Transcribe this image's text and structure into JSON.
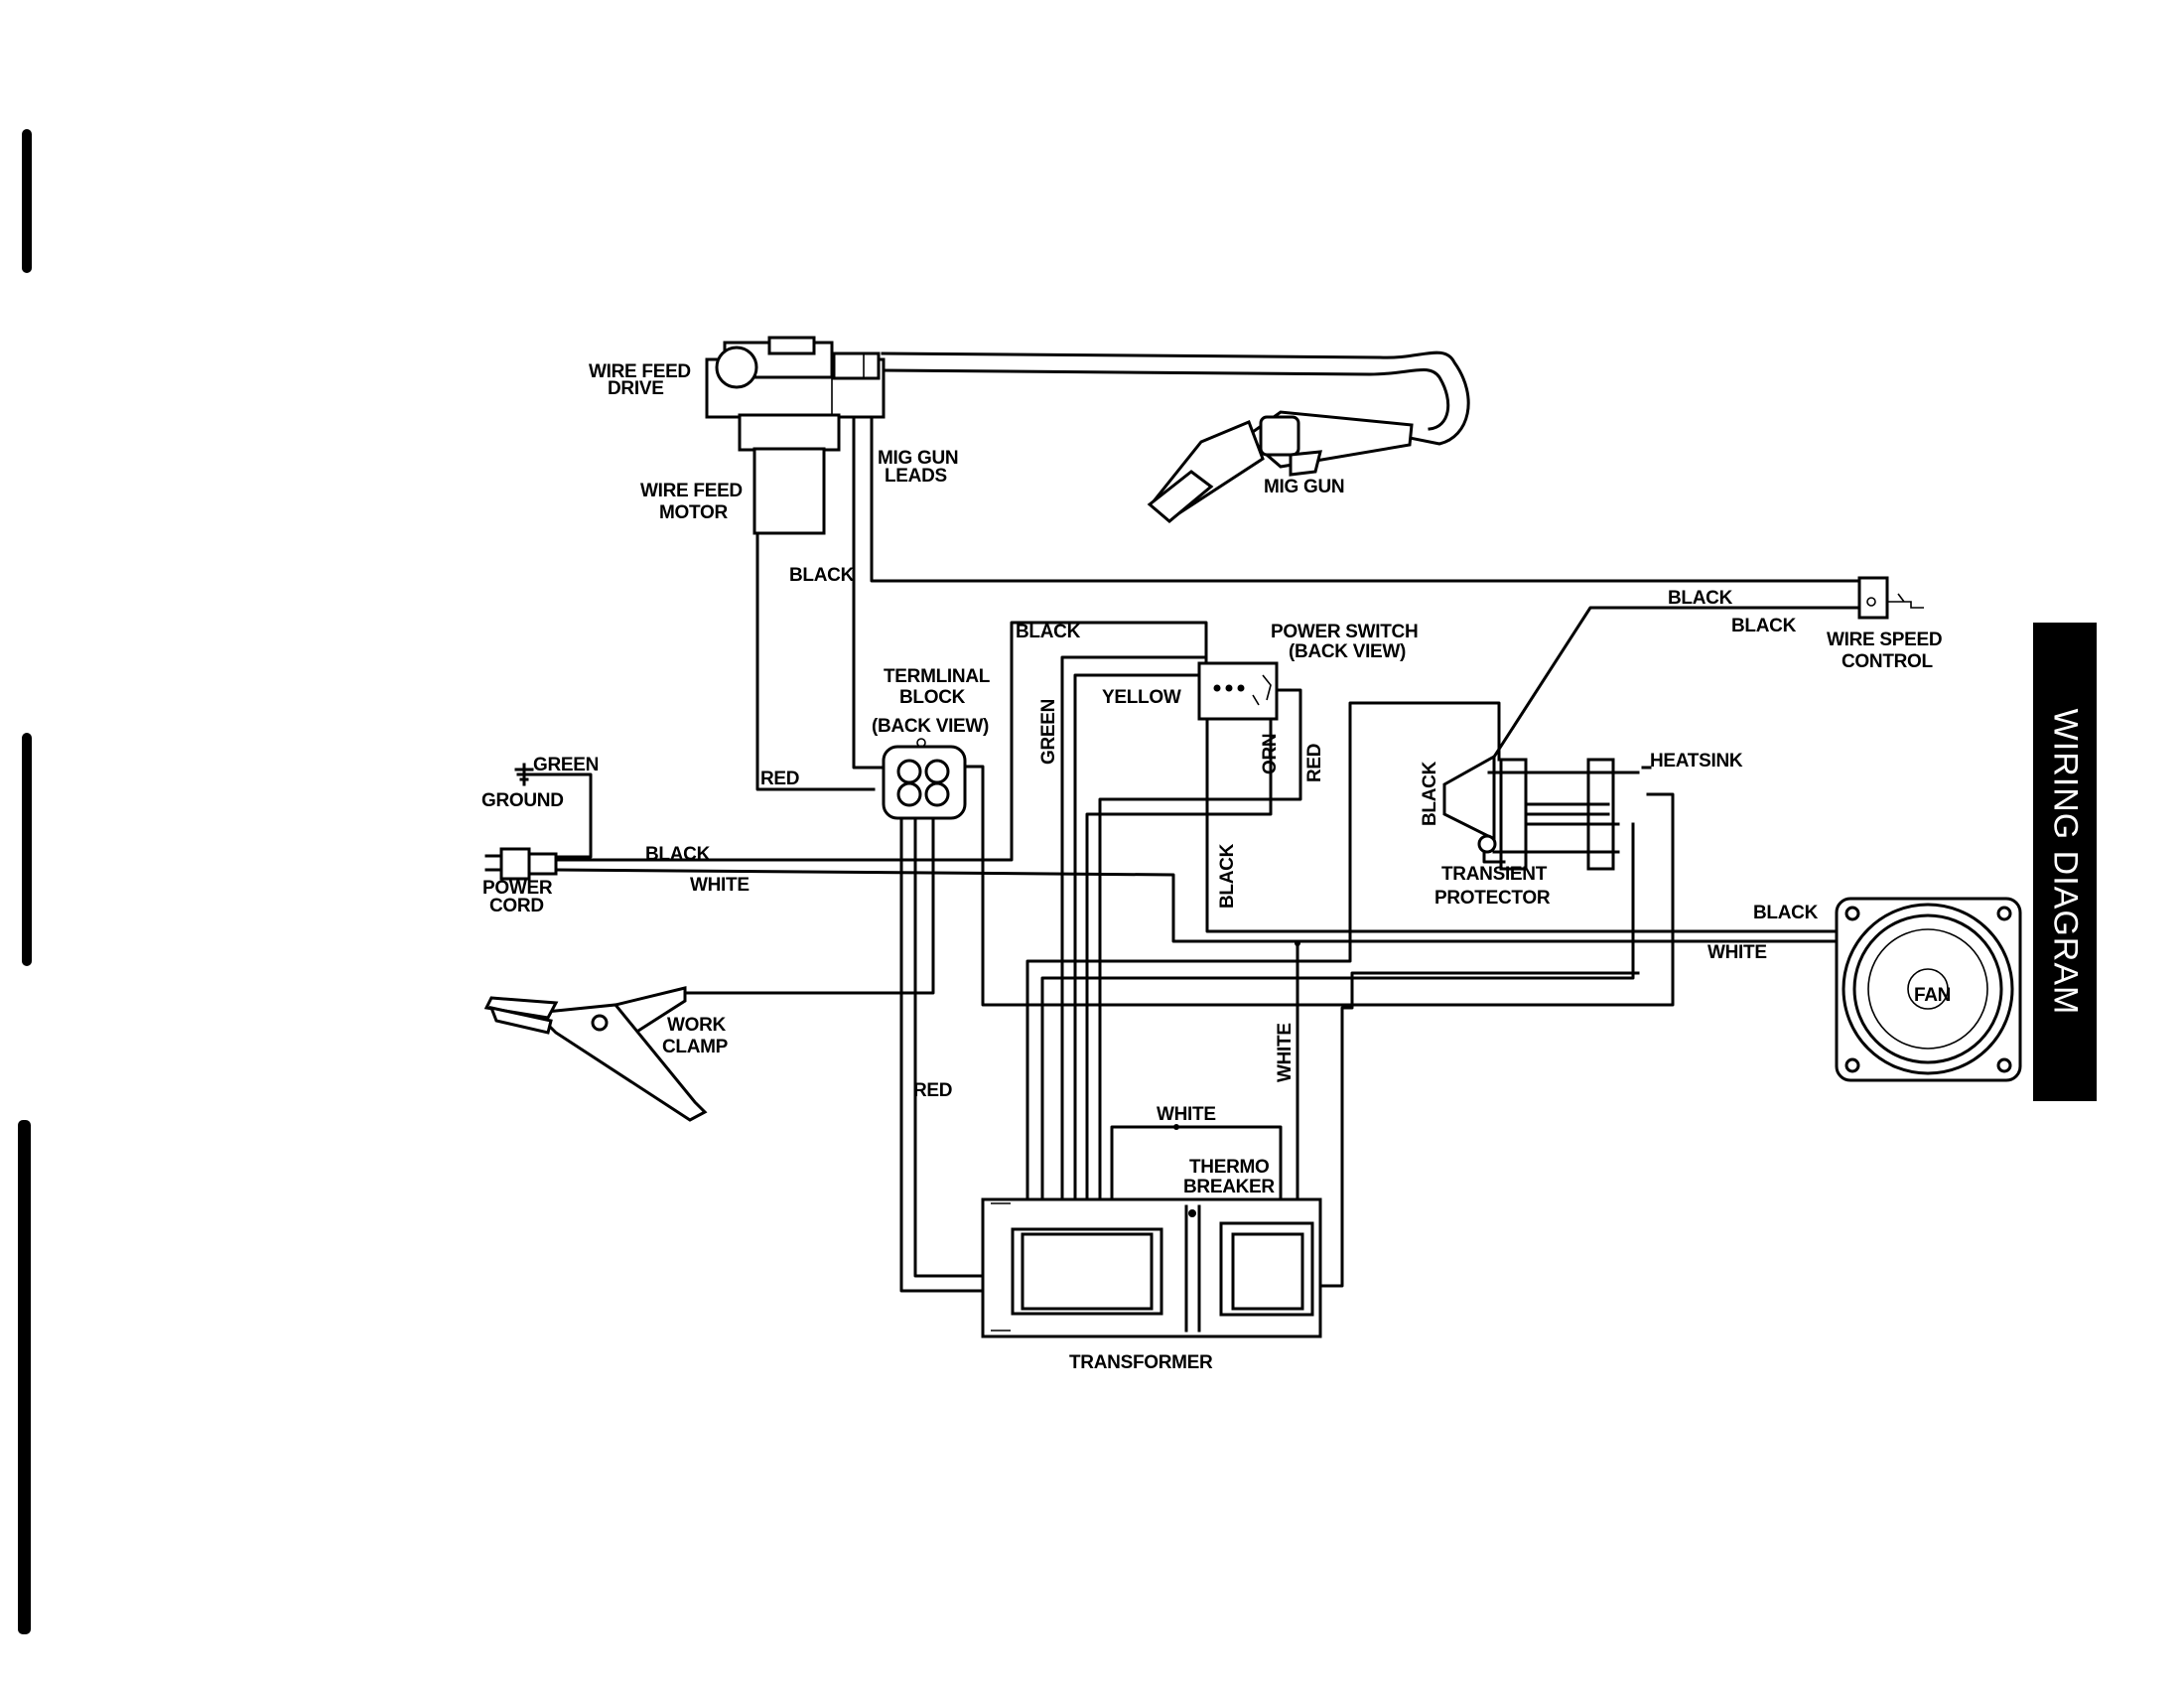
{
  "side_tab": {
    "text": "WIRING DIAGRAM"
  },
  "colors": {
    "ink": "#000000",
    "paper": "#ffffff"
  },
  "components": {
    "wire_feed_drive_line1": "WIRE FEED",
    "wire_feed_drive_line2": "DRIVE",
    "mig_gun_leads_line1": "MIG GUN",
    "mig_gun_leads_line2": "LEADS",
    "mig_gun": "MIG GUN",
    "wire_feed_motor_line1": "WIRE FEED",
    "wire_feed_motor_line2": "MOTOR",
    "terminal_block_line1": "TERMLINAL",
    "terminal_block_line2": "BLOCK",
    "terminal_block_line3": "(BACK VIEW)",
    "power_switch_line1": "POWER SWITCH",
    "power_switch_line2": "(BACK VIEW)",
    "wire_speed_control_line1": "WIRE SPEED",
    "wire_speed_control_line2": "CONTROL",
    "heatsink": "HEATSINK",
    "transient_protector_line1": "TRANSIENT",
    "transient_protector_line2": "PROTECTOR",
    "ground": "GROUND",
    "power_cord_line1": "POWER",
    "power_cord_line2": "CORD",
    "work_clamp_line1": "WORK",
    "work_clamp_line2": "CLAMP",
    "fan": "FAN",
    "thermo_breaker_line1": "THERMO",
    "thermo_breaker_line2": "BREAKER",
    "transformer": "TRANSFORMER"
  },
  "wire_labels": {
    "black_motor": "BLACK",
    "black_switch": "BLACK",
    "black_speed_top": "BLACK",
    "black_speed_bottom": "BLACK",
    "green_switch": "GREEN",
    "yellow": "YELLOW",
    "orn": "ORN",
    "red_switch": "RED",
    "black_heatsink": "BLACK",
    "green_ground": "GREEN",
    "red_motor": "RED",
    "black_cord": "BLACK",
    "white_cord": "WHITE",
    "black_vertical": "BLACK",
    "black_fan": "BLACK",
    "white_fan": "WHITE",
    "white_vertical": "WHITE",
    "red_lower": "RED",
    "white_breaker": "WHITE"
  }
}
